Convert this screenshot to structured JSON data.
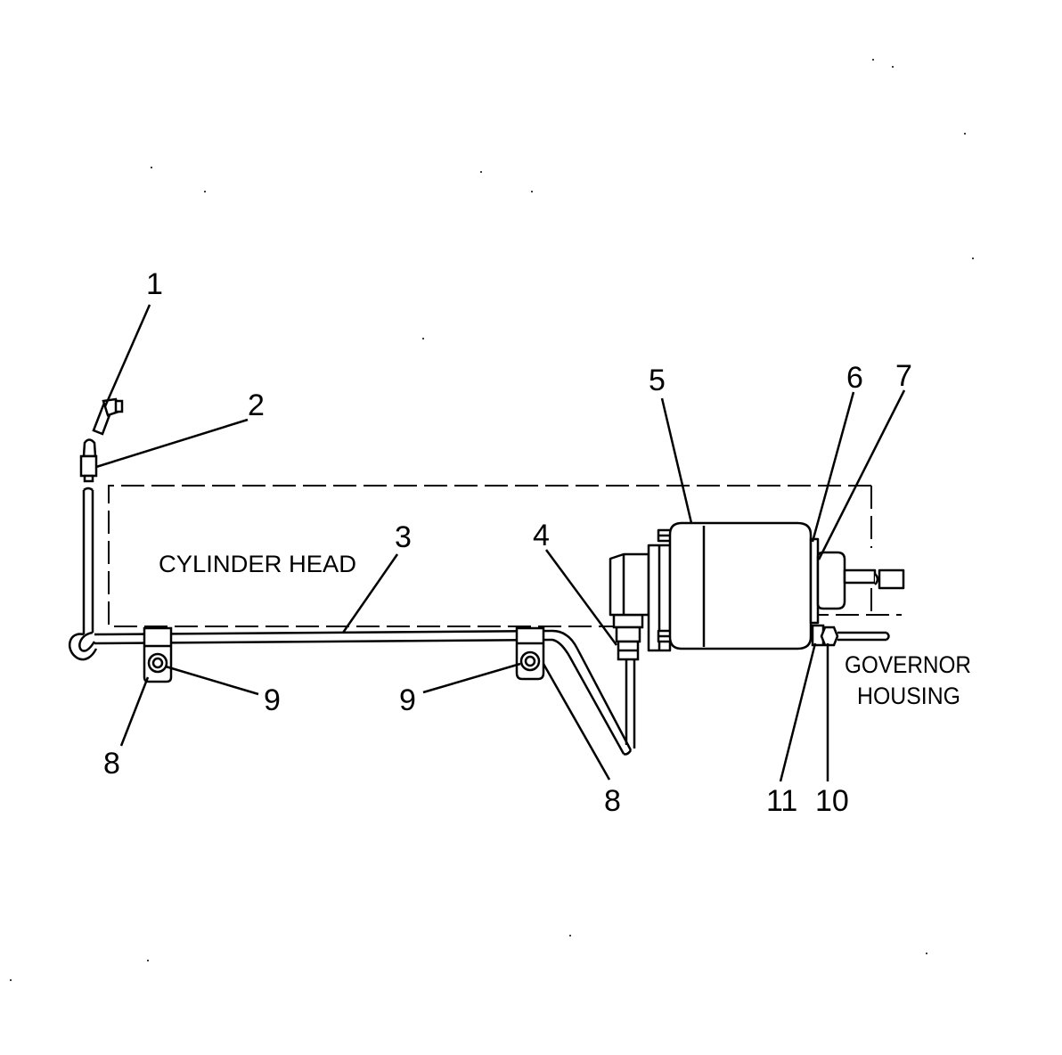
{
  "labels": {
    "cylinder_head": "CYLINDER HEAD",
    "governor_housing_line1": "GOVERNOR",
    "governor_housing_line2": "HOUSING"
  },
  "callouts": [
    {
      "id": "callout-1",
      "text": "1"
    },
    {
      "id": "callout-2",
      "text": "2"
    },
    {
      "id": "callout-3",
      "text": "3"
    },
    {
      "id": "callout-4",
      "text": "4"
    },
    {
      "id": "callout-5",
      "text": "5"
    },
    {
      "id": "callout-6",
      "text": "6"
    },
    {
      "id": "callout-7",
      "text": "7"
    },
    {
      "id": "callout-8a",
      "text": "8"
    },
    {
      "id": "callout-8b",
      "text": "8"
    },
    {
      "id": "callout-9a",
      "text": "9"
    },
    {
      "id": "callout-9b",
      "text": "9"
    },
    {
      "id": "callout-10",
      "text": "10"
    },
    {
      "id": "callout-11",
      "text": "11"
    }
  ]
}
